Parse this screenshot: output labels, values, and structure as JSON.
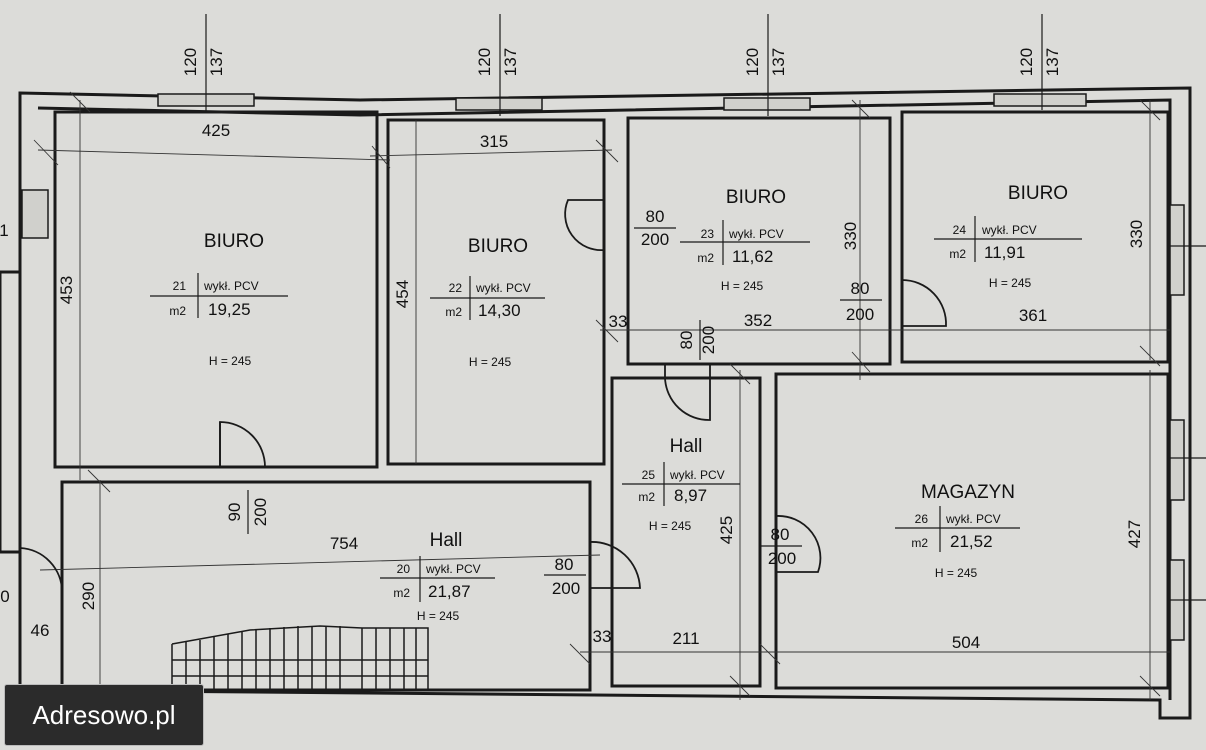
{
  "rooms": {
    "r21": {
      "name": "BIURO",
      "num": "21",
      "floor": "wykł. PCV",
      "unit": "m2",
      "area": "19,25",
      "height": "H = 245",
      "w": "425",
      "h": "453"
    },
    "r22": {
      "name": "BIURO",
      "num": "22",
      "floor": "wykł. PCV",
      "unit": "m2",
      "area": "14,30",
      "height": "H = 245",
      "w": "315",
      "h": "454"
    },
    "r23": {
      "name": "BIURO",
      "num": "23",
      "floor": "wykł. PCV",
      "unit": "m2",
      "area": "11,62",
      "height": "H = 245",
      "w": "352",
      "h": "330"
    },
    "r24": {
      "name": "BIURO",
      "num": "24",
      "floor": "wykł. PCV",
      "unit": "m2",
      "area": "11,91",
      "height": "H = 245",
      "w": "361",
      "h": "330"
    },
    "r25": {
      "name": "Hall",
      "num": "25",
      "floor": "wykł. PCV",
      "unit": "m2",
      "area": "8,97",
      "height": "H = 245",
      "w": "211",
      "h": "425"
    },
    "r26": {
      "name": "MAGAZYN",
      "num": "26",
      "floor": "wykł. PCV",
      "unit": "m2",
      "area": "21,52",
      "height": "H = 245",
      "w": "504",
      "h": "427"
    },
    "r20": {
      "name": "Hall",
      "num": "20",
      "floor": "wykł. PCV",
      "unit": "m2",
      "area": "21,87",
      "height": "H = 245",
      "w": "754",
      "h": "290"
    }
  },
  "windows": {
    "a": "120",
    "b": "137"
  },
  "doors": {
    "d1": {
      "w": "80",
      "h": "200"
    },
    "d2": {
      "w": "80",
      "h": "200"
    },
    "d3": {
      "w": "80",
      "h": "200"
    },
    "d4": {
      "w": "90",
      "h": "200"
    },
    "d5": {
      "w": "80",
      "h": "200"
    },
    "d6": {
      "w": "80",
      "h": "200"
    }
  },
  "misc": {
    "t33a": "33",
    "t33b": "33",
    "d46": "46",
    "edge1": "1",
    "edge0": "0"
  },
  "watermark": "Adresowo.pl"
}
